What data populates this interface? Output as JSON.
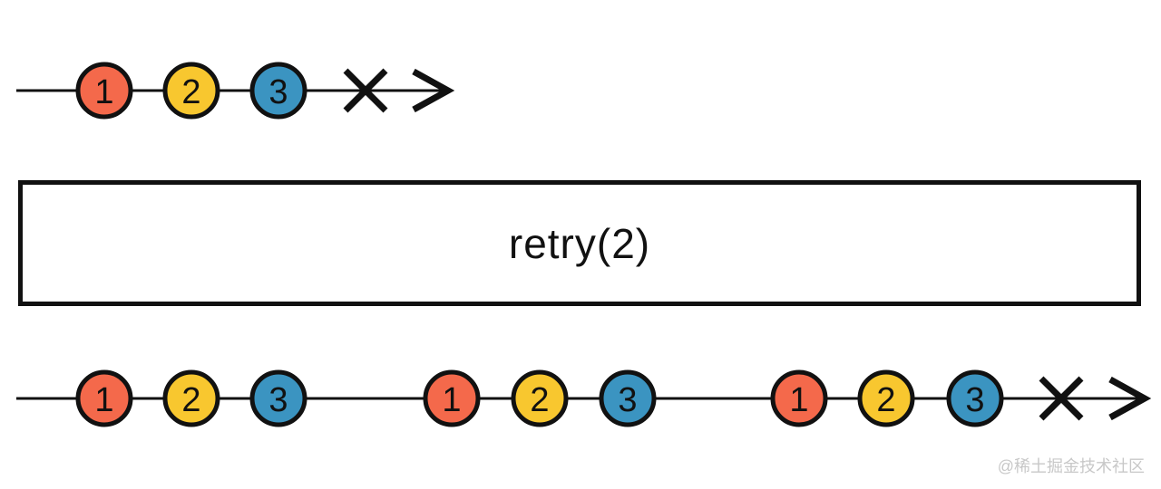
{
  "operator": {
    "label": "retry(2)"
  },
  "source_stream": {
    "marbles": [
      {
        "label": "1",
        "color": "#F4694B"
      },
      {
        "label": "2",
        "color": "#F8C72F"
      },
      {
        "label": "3",
        "color": "#3B94C1"
      }
    ],
    "terminal": "error"
  },
  "output_stream": {
    "marbles": [
      {
        "label": "1",
        "color": "#F4694B"
      },
      {
        "label": "2",
        "color": "#F8C72F"
      },
      {
        "label": "3",
        "color": "#3B94C1"
      },
      {
        "label": "1",
        "color": "#F4694B"
      },
      {
        "label": "2",
        "color": "#F8C72F"
      },
      {
        "label": "3",
        "color": "#3B94C1"
      },
      {
        "label": "1",
        "color": "#F4694B"
      },
      {
        "label": "2",
        "color": "#F8C72F"
      },
      {
        "label": "3",
        "color": "#3B94C1"
      }
    ],
    "terminal": "error"
  },
  "colors": {
    "stroke": "#111111",
    "background": "#FFFFFF",
    "marble_red": "#F4694B",
    "marble_yellow": "#F8C72F",
    "marble_blue": "#3B94C1",
    "watermark_text": "#C8C8C8"
  },
  "watermark": {
    "text": "@稀土掘金技术社区"
  }
}
